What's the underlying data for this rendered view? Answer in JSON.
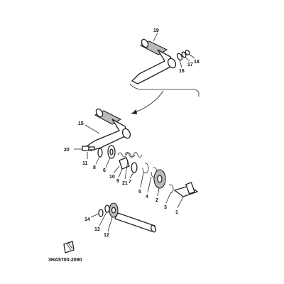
{
  "diagram": {
    "catalog_code": "3HA5700-2090",
    "parts": [
      {
        "id": "p1",
        "number": "1"
      },
      {
        "id": "p2",
        "number": "2"
      },
      {
        "id": "p3",
        "number": "3"
      },
      {
        "id": "p4",
        "number": "4"
      },
      {
        "id": "p5",
        "number": "5"
      },
      {
        "id": "p6",
        "number": "6"
      },
      {
        "id": "p7",
        "number": "7"
      },
      {
        "id": "p8",
        "number": "8"
      },
      {
        "id": "p9",
        "number": "9"
      },
      {
        "id": "p10",
        "number": "10"
      },
      {
        "id": "p11",
        "number": "11"
      },
      {
        "id": "p12",
        "number": "12"
      },
      {
        "id": "p13",
        "number": "13"
      },
      {
        "id": "p14",
        "number": "14"
      },
      {
        "id": "p15",
        "number": "15"
      },
      {
        "id": "p16",
        "number": "16"
      },
      {
        "id": "p17",
        "number": "17"
      },
      {
        "id": "p18",
        "number": "18"
      },
      {
        "id": "p19",
        "number": "19"
      },
      {
        "id": "p20",
        "number": "20"
      },
      {
        "id": "p21",
        "number": "21"
      }
    ]
  }
}
